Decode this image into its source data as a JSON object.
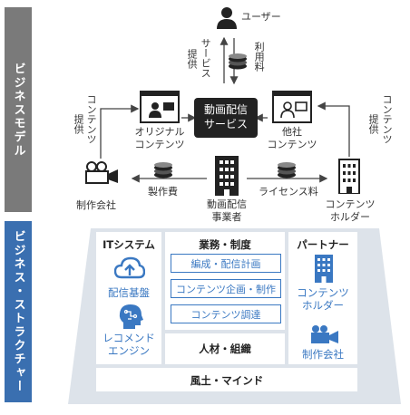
{
  "sidebar": {
    "top_label": "ビジネスモデル",
    "bottom_label": "ビジネス・ストラクチャー"
  },
  "model": {
    "user": "ユーザー",
    "service_label": "サービス",
    "provide_label": "提供",
    "usage_fee": "利用料",
    "center_service": [
      "動画配信",
      "サービス"
    ],
    "original_content": [
      "オリジナル",
      "コンテンツ"
    ],
    "other_content": [
      "他社",
      "コンテンツ"
    ],
    "left_content_provide": {
      "line1": "コンテンツ",
      "line2": "提供"
    },
    "right_content_provide": {
      "line1": "コンテンツ",
      "line2": "提供"
    },
    "production_company": "制作会社",
    "production_cost": "製作費",
    "distributor": [
      "動画配信",
      "事業者"
    ],
    "license_fee": "ライセンス料",
    "content_holder": [
      "コンテンツ",
      "ホルダー"
    ]
  },
  "structure": {
    "it_header": "ITシステム",
    "it_items": [
      "配信基盤",
      [
        "レコメンド",
        "エンジン"
      ]
    ],
    "business_header": "業務・制度",
    "business_items": [
      "編成・配信計画",
      "コンテンツ企画・制作",
      "コンテンツ調達"
    ],
    "hr": "人材・組織",
    "partner_header": "パートナー",
    "partner_items": [
      [
        "コンテンツ",
        "ホルダー"
      ],
      "制作会社"
    ],
    "culture": "風土・マインド"
  },
  "colors": {
    "sidebar_top": "#7a7a7a",
    "sidebar_bottom": "#3a6fb0",
    "structure_bg": "#dde3ea",
    "accent": "#3a78c2",
    "dark": "#222222"
  }
}
